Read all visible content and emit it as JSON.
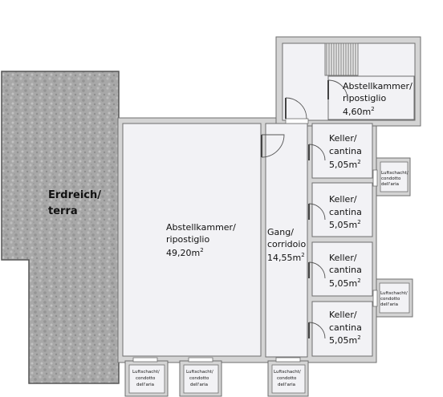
{
  "rooms": {
    "erdreich": {
      "line1": "Erdreich/",
      "line2": "terra"
    },
    "storage_large": {
      "line1": "Abstellkammer/",
      "line2": "ripostiglio",
      "area": "49,20m",
      "unit_exp": "2"
    },
    "corridor": {
      "line1": "Gang/",
      "line2": "corridoio",
      "area": "14,55m",
      "unit_exp": "2"
    },
    "storage_small": {
      "line1": "Abstellkammer/",
      "line2": "ripostiglio",
      "area": "4,60m",
      "unit_exp": "2"
    },
    "cellars": [
      {
        "line1": "Keller/",
        "line2": "cantina",
        "area": "5,05m",
        "unit_exp": "2"
      },
      {
        "line1": "Keller/",
        "line2": "cantina",
        "area": "5,05m",
        "unit_exp": "2"
      },
      {
        "line1": "Keller/",
        "line2": "cantina",
        "area": "5,05m",
        "unit_exp": "2"
      },
      {
        "line1": "Keller/",
        "line2": "cantina",
        "area": "5,05m",
        "unit_exp": "2"
      }
    ]
  },
  "shafts": [
    {
      "line1": "Luftschacht/",
      "line2": "condotto",
      "line3": "dell'aria"
    },
    {
      "line1": "Luftschacht/",
      "line2": "condotto",
      "line3": "dell'aria"
    },
    {
      "line1": "Luftschacht/",
      "line2": "condotto",
      "line3": "dell'aria"
    },
    {
      "line1": "Luftschacht/",
      "line2": "condotto",
      "line3": "dell'aria"
    },
    {
      "line1": "Luftschacht/",
      "line2": "condotto",
      "line3": "dell'aria"
    }
  ],
  "colors": {
    "wall": "#d4d4d4",
    "wall_line": "#6e6e6e",
    "room_fill": "#f2f2f5",
    "earth_fill": "#a6a6a6"
  }
}
